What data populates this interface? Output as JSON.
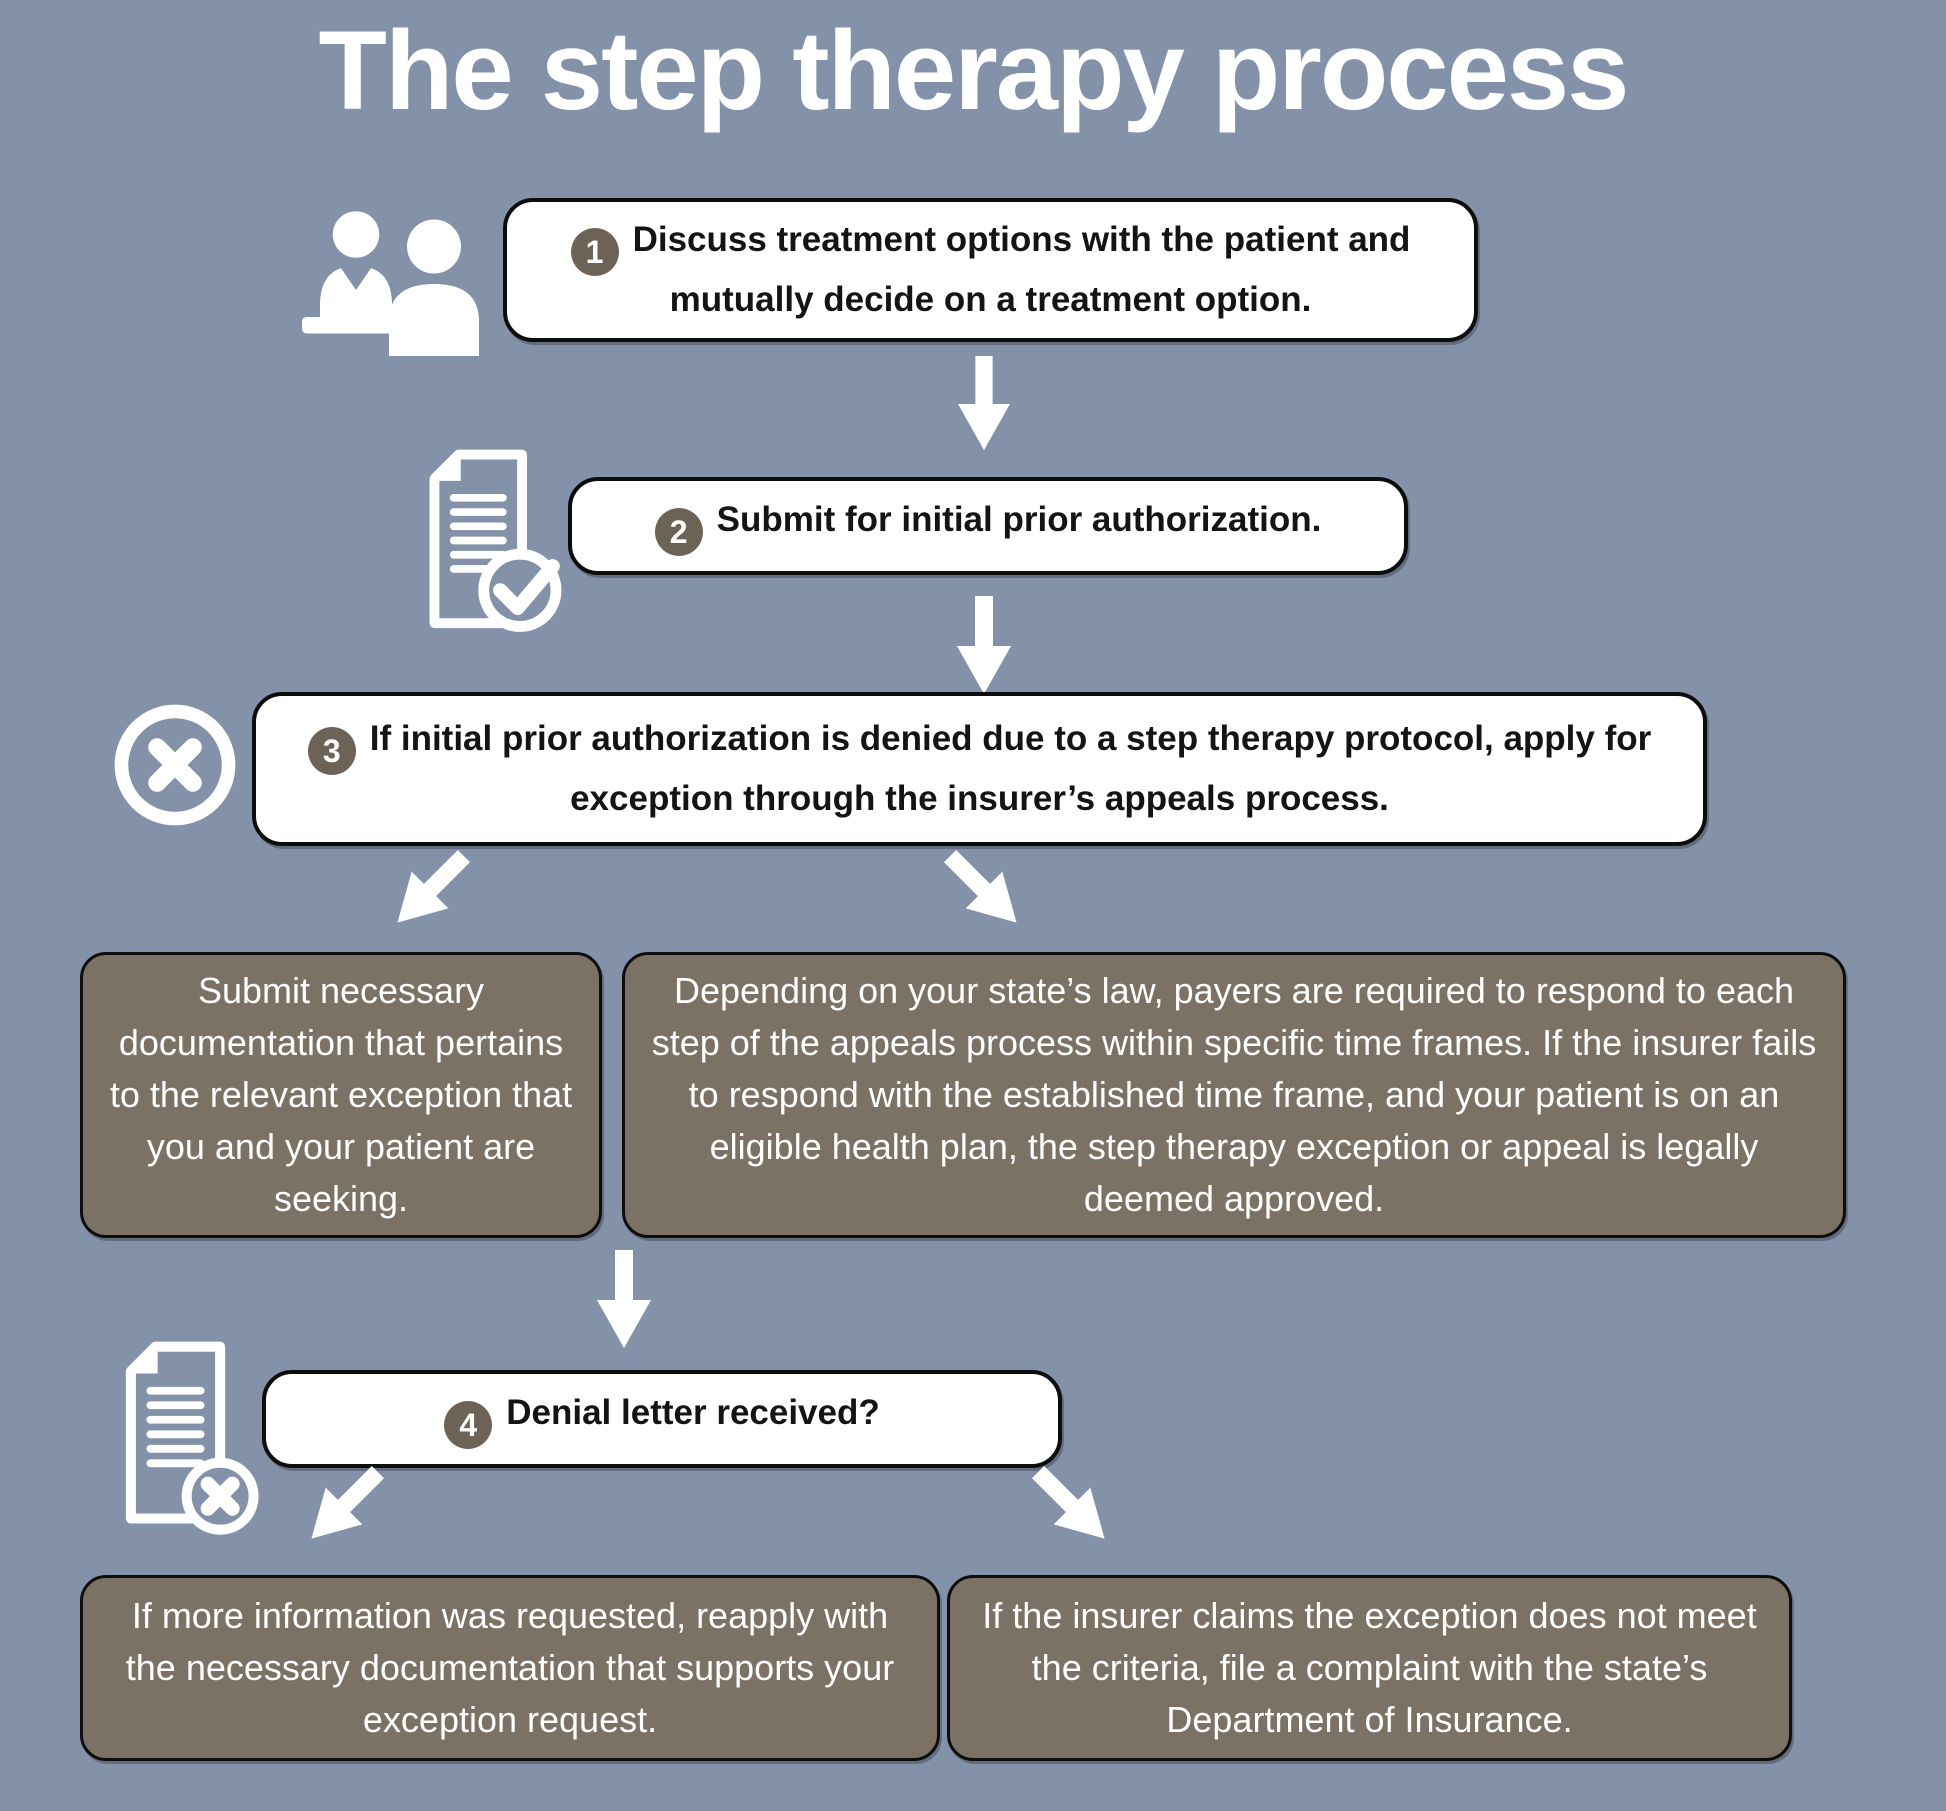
{
  "title": "The step therapy process",
  "colors": {
    "background": "#8391a9",
    "panel_brown": "#7b7165",
    "badge_brown": "#6d6256",
    "panel_white": "#ffffff",
    "outline_black": "#0d0d0d",
    "text_dark": "#141414",
    "text_light": "#ffffff"
  },
  "steps": [
    {
      "number": "1",
      "icon": "doctor-patient-icon",
      "text": "Discuss treatment options with the patient and mutually decide on a treatment option."
    },
    {
      "number": "2",
      "icon": "document-check-icon",
      "text": "Submit for initial prior authorization."
    },
    {
      "number": "3",
      "icon": "denied-circle-icon",
      "text": "If initial prior authorization is denied due to a step therapy protocol, apply for exception through the insurer’s appeals process."
    },
    {
      "number": "4",
      "icon": "document-denied-icon",
      "text": "Denial letter received?"
    }
  ],
  "branches": {
    "after_step3_left": "Submit necessary documentation that pertains to the relevant exception that you and your patient are seeking.",
    "after_step3_right": "Depending on your state’s law, payers are required to respond to each step of the appeals process within specific time frames. If the insurer fails to respond with the established time frame, and your patient is on an eligible health plan, the step therapy exception or appeal is legally deemed approved.",
    "after_step4_left": "If more information was requested, reapply with the necessary documentation that supports your exception request.",
    "after_step4_right": "If the insurer claims the exception does not meet the criteria, file a complaint with the state’s Department of Insurance."
  }
}
